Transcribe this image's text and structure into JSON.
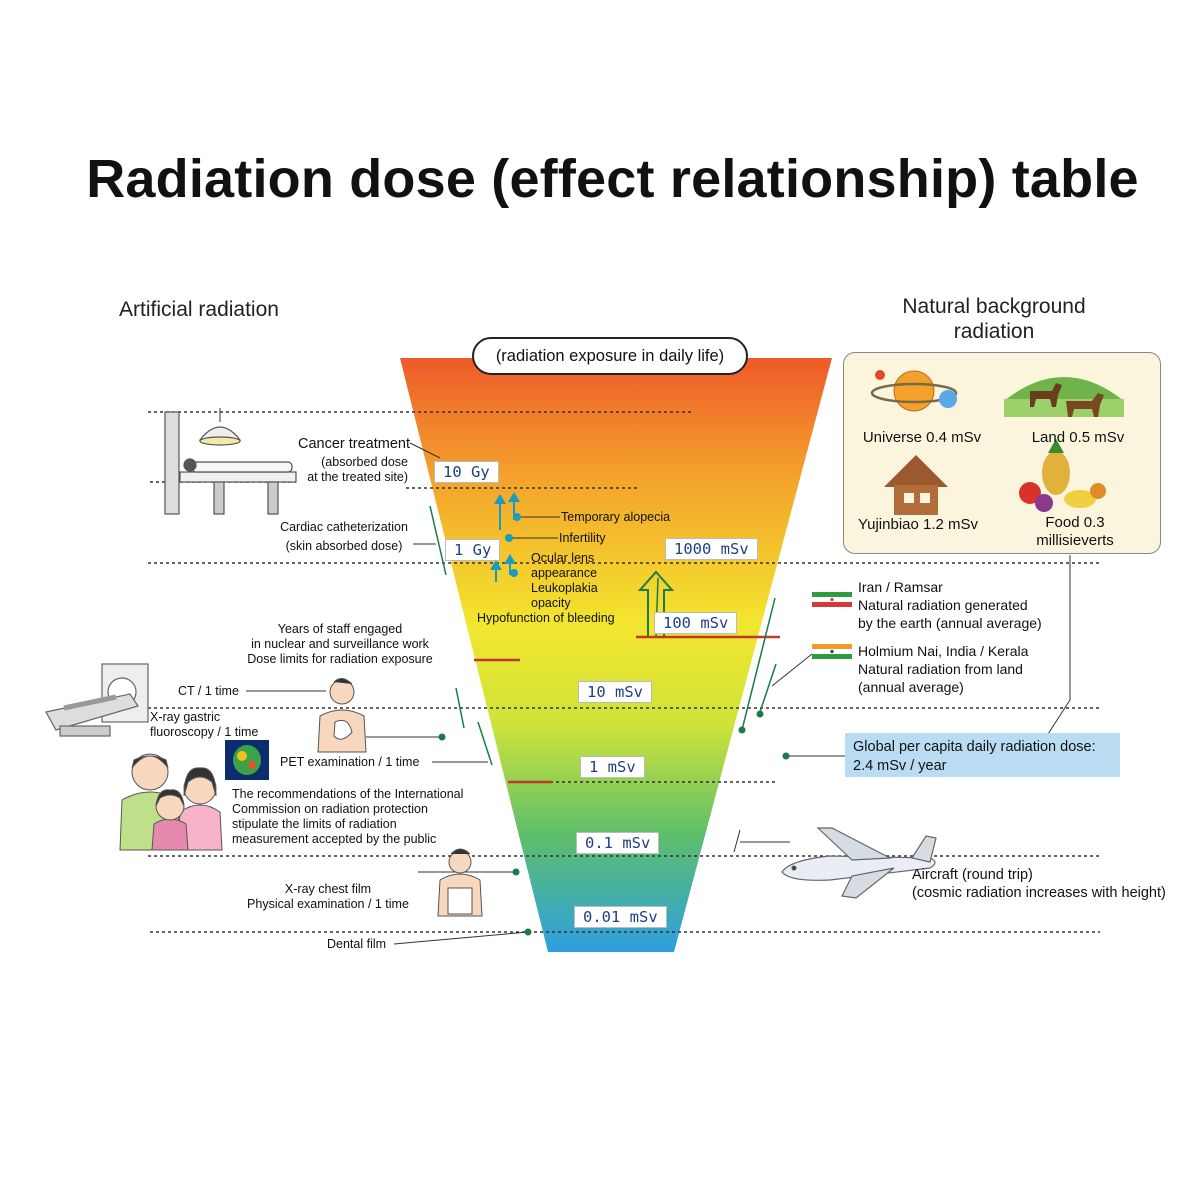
{
  "title": "Radiation dose (effect relationship) table",
  "artificial_header": "Artificial radiation",
  "natural_header_line1": "Natural background",
  "natural_header_line2": "radiation",
  "exposure_label": "(radiation exposure in daily life)",
  "doses": {
    "d10gy": "10 Gy",
    "d1gy": "1 Gy",
    "d1000": "1000 mSv",
    "d100": "100 mSv",
    "d10": "10 mSv",
    "d1": "1 mSv",
    "d01": "0.1 mSv",
    "d001": "0.01 mSv"
  },
  "effects": {
    "alopecia": "Temporary alopecia",
    "infertility": "Infertility",
    "ocular1": "Ocular lens",
    "ocular2": "appearance",
    "leuko1": "Leukoplakia",
    "leuko2": "opacity",
    "bleeding": "Hypofunction of bleeding"
  },
  "left": {
    "cancer_title": "Cancer treatment",
    "cancer_sub1": "(absorbed dose",
    "cancer_sub2": "at the treated site)",
    "cardiac1": "Cardiac catheterization",
    "cardiac2": "(skin absorbed dose)",
    "staff1": "Years of staff engaged",
    "staff2": "in nuclear and surveillance work",
    "staff3": "Dose limits for radiation exposure",
    "ct": "CT / 1 time",
    "xray_gastric1": "X-ray gastric",
    "xray_gastric2": "fluoroscopy / 1 time",
    "pet": "PET examination / 1 time",
    "icrp1": "The recommendations of the International",
    "icrp2": "Commission on radiation protection",
    "icrp3": "stipulate the limits of radiation",
    "icrp4": "measurement accepted by the public",
    "chest1": "X-ray chest film",
    "chest2": "Physical examination / 1 time",
    "dental": "Dental film"
  },
  "natural": {
    "universe": "Universe 0.4 mSv",
    "land": "Land 0.5 mSv",
    "yujinbiao": "Yujinbiao 1.2 mSv",
    "food1": "Food 0.3",
    "food2": "millisieverts",
    "iran1": "Iran / Ramsar",
    "iran2": "Natural radiation generated",
    "iran3": "by the earth (annual average)",
    "india1": "Holmium Nai, India / Kerala",
    "india2": "Natural radiation from land",
    "india3": "(annual average)",
    "global1": "Global per capita daily radiation dose:",
    "global2": "2.4 mSv / year",
    "aircraft1": "Aircraft (round trip)",
    "aircraft2": "(cosmic radiation increases with height)"
  },
  "colors": {
    "funnel_top": "#ee5a2a",
    "funnel_mid": "#f3e62e",
    "funnel_low": "#5fbf6a",
    "funnel_bottom": "#2e9fe0",
    "dose_text": "#1f3f86",
    "natural_box": "#fbf5dd",
    "global_box": "#b9dcf2",
    "marker_red": "#c0392b",
    "line_green": "#1e7a4a"
  }
}
